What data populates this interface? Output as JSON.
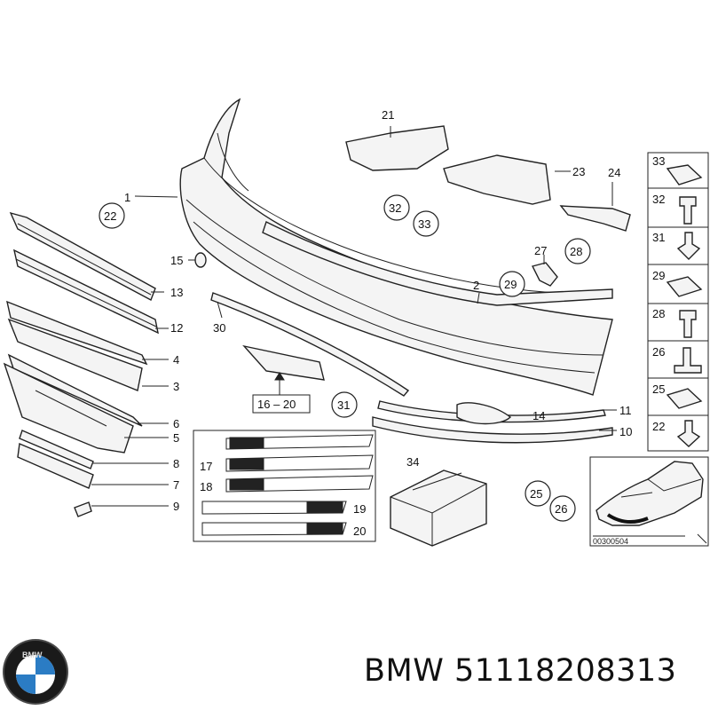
{
  "callouts": {
    "c1": "1",
    "c2": "2",
    "c3": "3",
    "c4": "4",
    "c5": "5",
    "c6": "6",
    "c7": "7",
    "c8": "8",
    "c9": "9",
    "c10": "10",
    "c11": "11",
    "c12": "12",
    "c13": "13",
    "c14": "14",
    "c15": "15",
    "c16_20": "16 – 20",
    "c17": "17",
    "c18": "18",
    "c19": "19",
    "c20": "20",
    "c21": "21",
    "c22": "22",
    "c22b": "22",
    "c23": "23",
    "c24": "24",
    "c25": "25",
    "c25b": "25",
    "c26": "26",
    "c26b": "26",
    "c27": "27",
    "c28": "28",
    "c28b": "28",
    "c29": "29",
    "c29b": "29",
    "c30": "30",
    "c31": "31",
    "c31b": "31",
    "c32": "32",
    "c32b": "32",
    "c33": "33",
    "c33b": "33",
    "c34": "34"
  },
  "diagram_code": "00300504",
  "caption": "BMW 51118208313",
  "logo": {
    "name": "bmw-roundel-logo",
    "text": "BMW",
    "colors": {
      "blue": "#2b7cc4",
      "ring": "#111111"
    }
  }
}
